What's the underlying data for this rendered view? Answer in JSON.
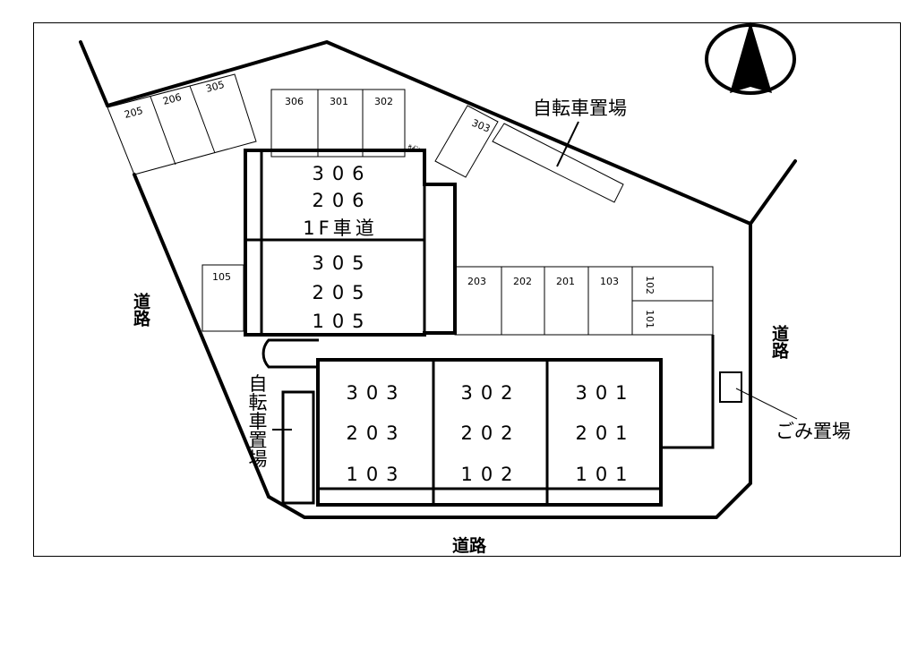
{
  "roads": {
    "left": "道路",
    "right": "道路",
    "bottom": "道路"
  },
  "labels": {
    "bicycle_top": "自転車置場",
    "bicycle_left": "自転車置場",
    "garbage": "ごみ置場",
    "sign": "ｻｲﾝ"
  },
  "building_a": {
    "top": [
      "306",
      "206",
      "1F車道"
    ],
    "bottom": [
      "305",
      "205",
      "105"
    ]
  },
  "building_b": {
    "col1": [
      "303",
      "203",
      "103"
    ],
    "col2": [
      "302",
      "202",
      "102"
    ],
    "col3": [
      "301",
      "201",
      "101"
    ]
  },
  "parking": {
    "top_left": [
      "205",
      "206",
      "305"
    ],
    "top_row": [
      "306",
      "301",
      "302"
    ],
    "diagonal": "303",
    "side_105": "105",
    "middle_row": [
      "203",
      "202",
      "201",
      "103"
    ],
    "stacked": [
      "102",
      "101"
    ]
  },
  "compass": {
    "icon": "north-arrow-icon"
  },
  "colors": {
    "line": "#000000",
    "background": "#ffffff"
  }
}
